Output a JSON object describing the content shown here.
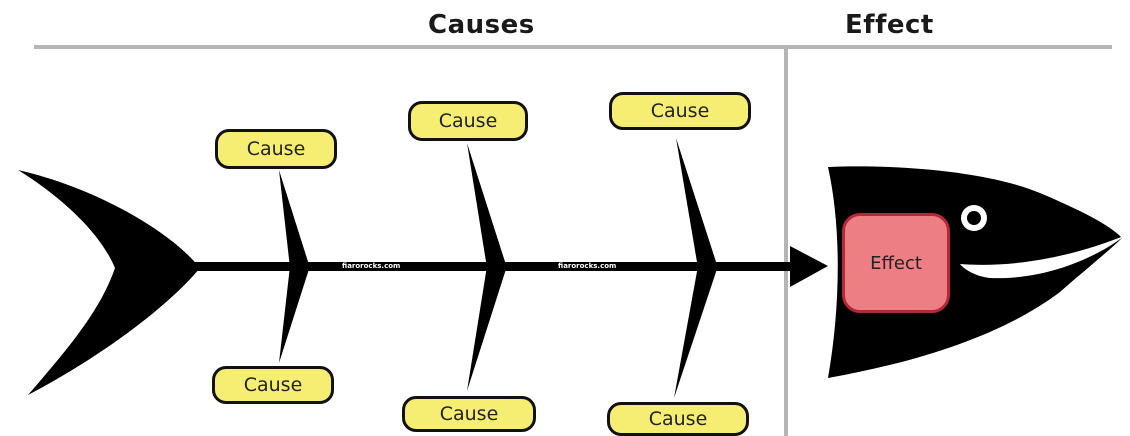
{
  "headings": {
    "causes": "Causes",
    "effect": "Effect"
  },
  "causes": [
    "Cause",
    "Cause",
    "Cause",
    "Cause",
    "Cause",
    "Cause"
  ],
  "effect": "Effect",
  "watermark": "fiarorocks.com",
  "colors": {
    "cause_fill": "#f6ee72",
    "effect_fill": "#ec7e84",
    "effect_border": "#b3283a",
    "fish": "#000000",
    "divider": "#b5b5b5"
  }
}
